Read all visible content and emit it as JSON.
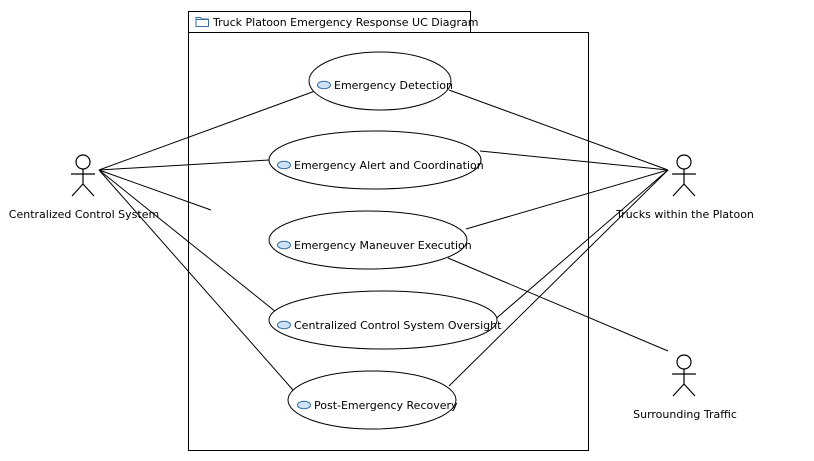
{
  "diagram": {
    "title": "Truck Platoon Emergency Response UC Diagram",
    "actors": [
      {
        "id": "ccs",
        "label": "Centralized Control System"
      },
      {
        "id": "trucks",
        "label": "Trucks within the Platoon"
      },
      {
        "id": "traffic",
        "label": "Surrounding Traffic"
      }
    ],
    "use_cases": [
      {
        "id": "uc1",
        "label": "Emergency Detection"
      },
      {
        "id": "uc2",
        "label": "Emergency Alert and Coordination"
      },
      {
        "id": "uc3",
        "label": "Emergency Maneuver Execution"
      },
      {
        "id": "uc4",
        "label": "Centralized Control System Oversight"
      },
      {
        "id": "uc5",
        "label": "Post-Emergency Recovery"
      }
    ],
    "associations": [
      [
        "ccs",
        "uc1"
      ],
      [
        "ccs",
        "uc2"
      ],
      [
        "ccs",
        "uc3"
      ],
      [
        "ccs",
        "uc4"
      ],
      [
        "ccs",
        "uc5"
      ],
      [
        "trucks",
        "uc1"
      ],
      [
        "trucks",
        "uc2"
      ],
      [
        "trucks",
        "uc3"
      ],
      [
        "trucks",
        "uc4"
      ],
      [
        "trucks",
        "uc5"
      ],
      [
        "traffic",
        "uc3"
      ]
    ],
    "colors": {
      "line": "#000000",
      "ellipse_fill": "#ffffff",
      "icon_fill": "#cfe3f7",
      "icon_stroke": "#3a6ea5",
      "folder_icon": "#3a6ea5"
    }
  }
}
